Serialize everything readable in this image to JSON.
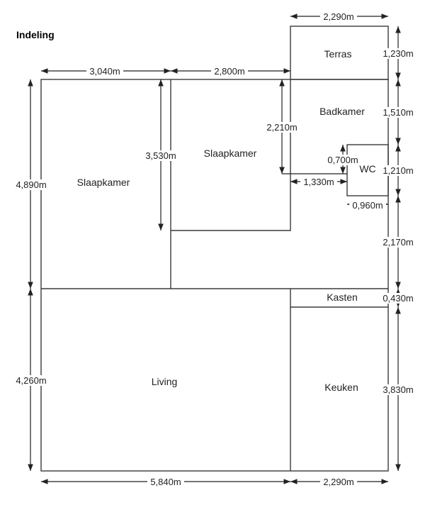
{
  "title": "Indeling",
  "rooms": {
    "terras": "Terras",
    "badkamer": "Badkamer",
    "wc": "WC",
    "slaapkamer_left": "Slaapkamer",
    "slaapkamer_mid": "Slaapkamer",
    "kasten": "Kasten",
    "living": "Living",
    "keuken": "Keuken"
  },
  "dimensions": {
    "terras_width": "2,290m",
    "terras_height": "1,230m",
    "slaapkamer_left_width": "3,040m",
    "slaapkamer_mid_width": "2,800m",
    "slaapkamer_left_height": "4,890m",
    "slaapkamer_mid_depth": "3,530m",
    "corridor_depth": "2,210m",
    "badkamer_height": "1,510m",
    "wc_offset": "0,700m",
    "wc_height": "1,210m",
    "corridor_width": "1,330m",
    "wc_width": "0,960m",
    "hall_height": "2,170m",
    "kasten_height": "0,430m",
    "living_height": "4,260m",
    "keuken_height": "3,830m",
    "living_width": "5,840m",
    "keuken_width": "2,290m"
  }
}
